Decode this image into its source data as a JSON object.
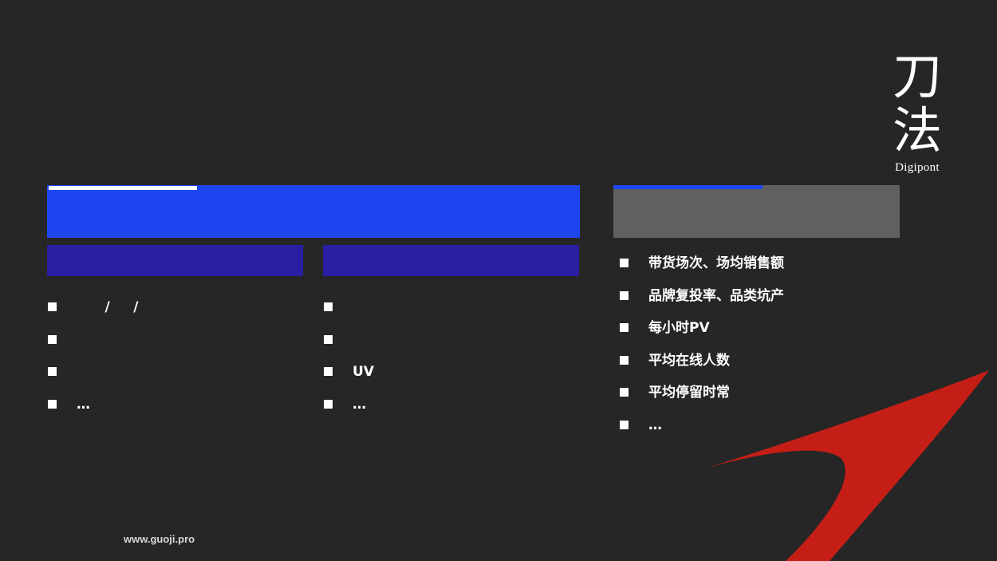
{
  "logo": {
    "char_top": "刀",
    "char_bottom": "法",
    "brand": "Digipont"
  },
  "colors": {
    "background": "#262626",
    "primary_blue": "#1e46f0",
    "sub_header_blue": "#2a1fa3",
    "gray_block": "#606060",
    "swoosh_red": "#c41e16"
  },
  "lists": {
    "left": [
      {
        "text": "      /     /"
      },
      {
        "text": ""
      },
      {
        "text": ""
      },
      {
        "text": "…"
      }
    ],
    "middle": [
      {
        "text": ""
      },
      {
        "text": ""
      },
      {
        "text": "UV"
      },
      {
        "text": "…"
      }
    ],
    "right": [
      {
        "text": "带货场次、场均销售额"
      },
      {
        "text": "品牌复投率、品类坑产"
      },
      {
        "text": "每小时PV"
      },
      {
        "text": "平均在线人数"
      },
      {
        "text": "平均停留时常"
      },
      {
        "text": "…"
      }
    ]
  },
  "footer": {
    "url": "www.guoji.pro"
  },
  "icons": {
    "bullet": "square-bullet-icon",
    "decoration": "red-swoosh-icon"
  }
}
